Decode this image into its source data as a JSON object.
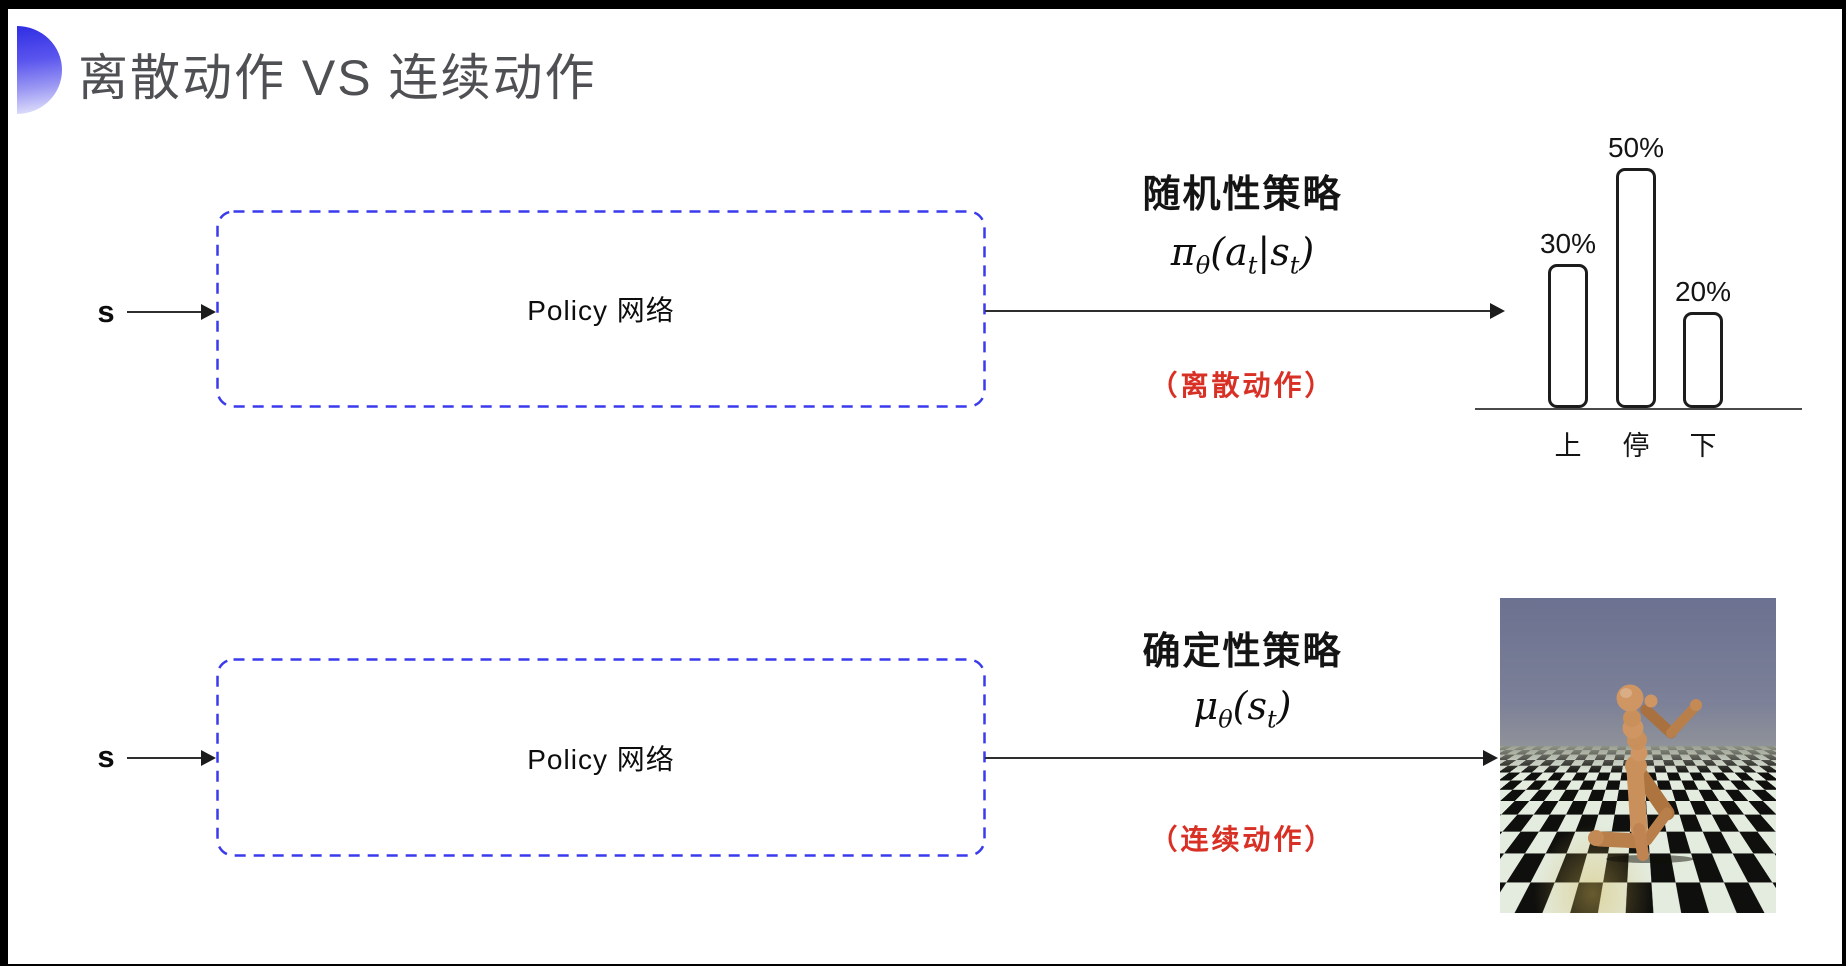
{
  "slide": {
    "title": "离散动作 VS 连续动作"
  },
  "top_flow": {
    "input_label": "s",
    "box_label": "Policy 网络",
    "policy_type": "随机性策略",
    "action_note": "（离散动作）",
    "formula": {
      "sym": "π",
      "sym_sub": "θ",
      "open": "(",
      "a1": "a",
      "a1_sub": "t",
      "sep": "|",
      "a2": "s",
      "a2_sub": "t",
      "close": ")"
    }
  },
  "bottom_flow": {
    "input_label": "s",
    "box_label": "Policy 网络",
    "policy_type": "确定性策略",
    "action_note": "（连续动作）",
    "formula": {
      "sym": "μ",
      "sym_sub": "θ",
      "open": "(",
      "a1": "s",
      "a1_sub": "t",
      "close": ")"
    }
  },
  "chart_data": {
    "type": "bar",
    "categories": [
      "上",
      "停",
      "下"
    ],
    "values": [
      30,
      50,
      20
    ],
    "value_labels": [
      "30%",
      "50%",
      "20%"
    ],
    "title": "",
    "xlabel": "",
    "ylabel": "",
    "ylim": [
      0,
      60
    ],
    "grid": false,
    "legend": false,
    "axis_style": "baseline-only",
    "bar_fill": "#ffffff",
    "bar_border": "#1c1c1c"
  },
  "colors": {
    "accent_blue": "#3a3aee",
    "note_red": "#d93025",
    "title_gray": "#4e5053",
    "ink": "#111111",
    "sim_sky": "#6b7190",
    "sim_tile_dark": "#0f0f0d",
    "sim_tile_light": "#e4ecdf",
    "humanoid_tan": "#cf9663"
  }
}
